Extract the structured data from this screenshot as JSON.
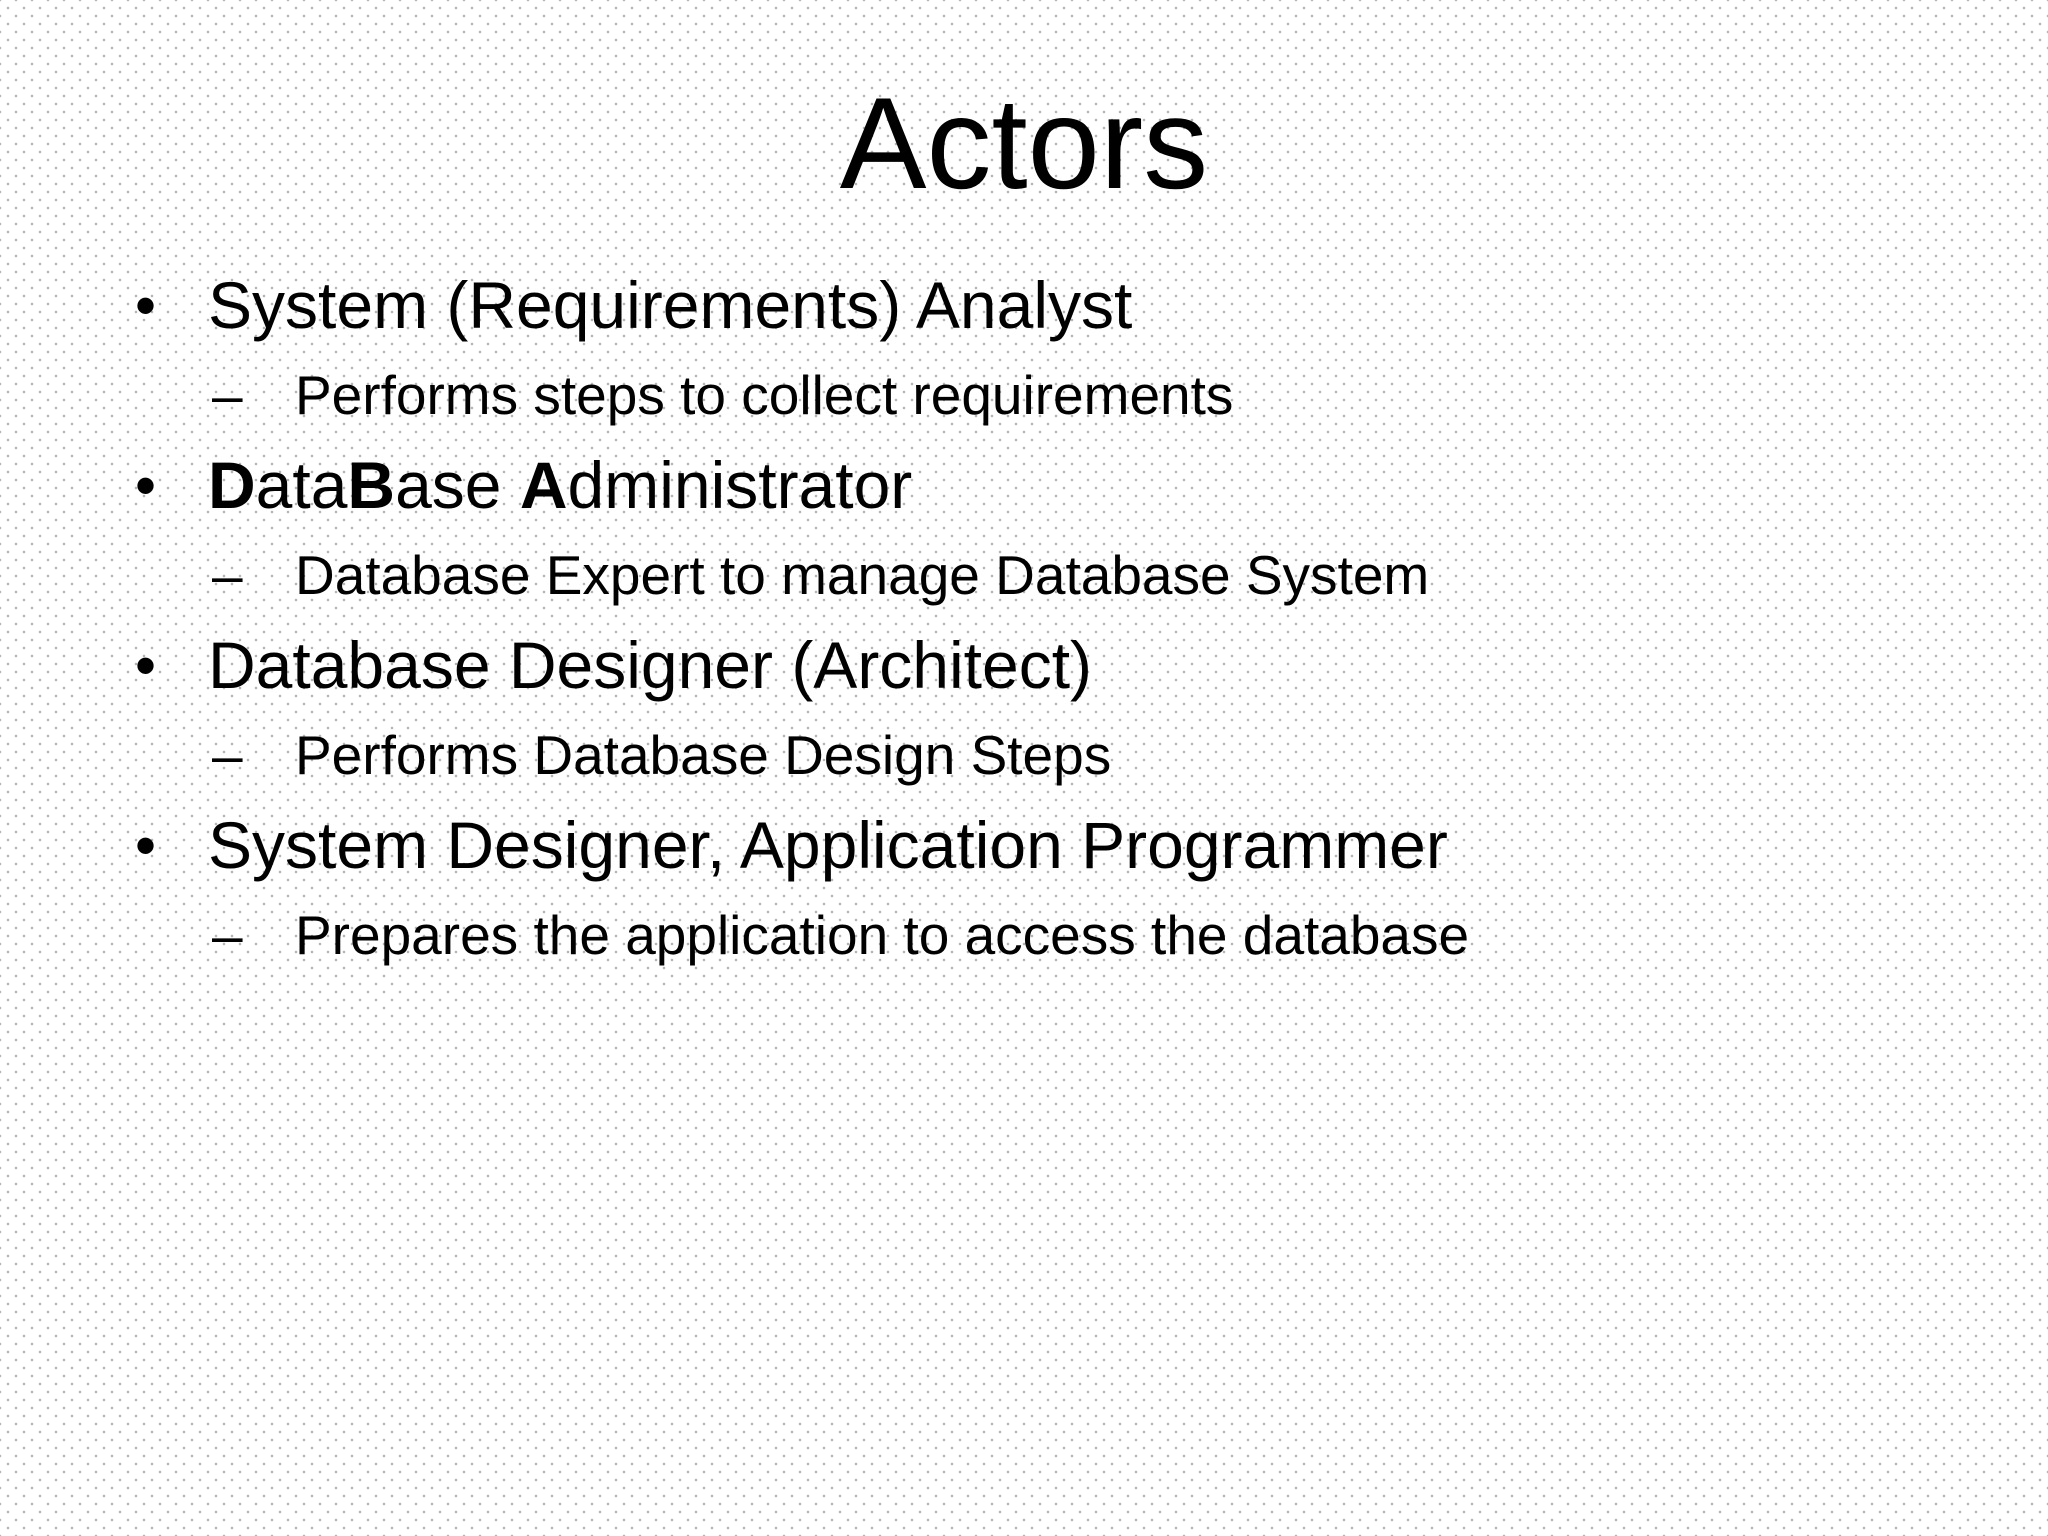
{
  "slide": {
    "title": "Actors",
    "bullet_char": "•",
    "dash_char": "–",
    "colors": {
      "text": "#000000",
      "background": "#ffffff",
      "pattern_dot": "#b4b4b4"
    },
    "bullets": [
      {
        "segments": [
          {
            "text": "System (Requirements) Analyst",
            "bold": false
          }
        ],
        "sub": "Performs steps to collect requirements"
      },
      {
        "segments": [
          {
            "text": "D",
            "bold": true
          },
          {
            "text": "ata",
            "bold": false
          },
          {
            "text": "B",
            "bold": true
          },
          {
            "text": "ase ",
            "bold": false
          },
          {
            "text": "A",
            "bold": true
          },
          {
            "text": "dministrator",
            "bold": false
          }
        ],
        "sub": "Database Expert to manage Database System"
      },
      {
        "segments": [
          {
            "text": "Database Designer (Architect)",
            "bold": false
          }
        ],
        "sub": "Performs Database Design Steps"
      },
      {
        "segments": [
          {
            "text": "System Designer, Application Programmer",
            "bold": false
          }
        ],
        "sub": "Prepares the application to access the database"
      }
    ]
  }
}
